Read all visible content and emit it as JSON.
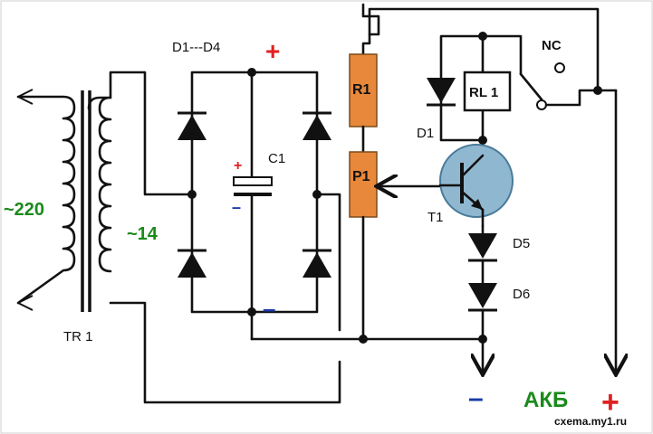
{
  "labels": {
    "diode_bridge": "D1---D4",
    "bridge_plus": "+",
    "cap_name": "C1",
    "cap_plus": "+",
    "cap_minus": "–",
    "r1": "R1",
    "p1": "P1",
    "relay": "RL 1",
    "nc": "NC",
    "relay_diode": "D1",
    "transistor": "T1",
    "d5": "D5",
    "d6": "D6",
    "mains": "~220",
    "secondary": "~14",
    "transformer": "TR 1",
    "minus_bus": "–",
    "battery_minus": "–",
    "battery": "АКБ",
    "battery_plus": "+",
    "watermark": "cxema.my1.ru"
  },
  "colors": {
    "green": "#1a8a1a",
    "red": "#e02020",
    "blue": "#1a3aa8",
    "resistor": "#e8883a",
    "transistor": "#8fb8d0"
  }
}
